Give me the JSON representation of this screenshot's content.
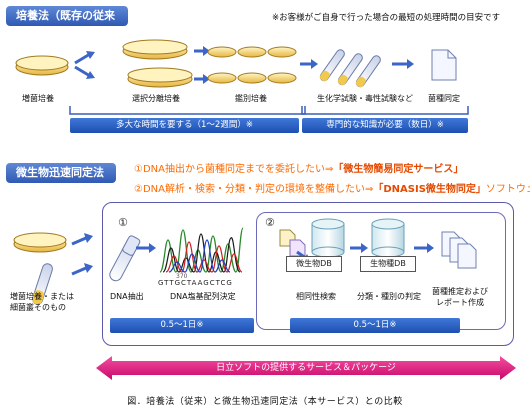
{
  "section1": {
    "title": "培養法（既存の従来法）",
    "note": "※お客様がご自身で行った場合の最短の処理時間の目安です",
    "steps": [
      {
        "label": "増菌培養"
      },
      {
        "label": "選択分離培養"
      },
      {
        "label": "鑑別培養"
      },
      {
        "label": "生化学試験・毒性試験など"
      },
      {
        "label": "菌種同定"
      }
    ],
    "bar_left": "多大な時間を要する（1～2週間）※",
    "bar_right": "専門的な知識が必要（数日）※"
  },
  "section2": {
    "title": "微生物迅速同定法",
    "line1_prefix": "①DNA抽出から菌種同定までを委託したい⇒",
    "line1_highlight": "「微生物簡易同定サービス」",
    "line2_prefix": "②DNA解析・検索・分類・判定の環境を整備したい⇒",
    "line2_highlight": "「DNASIS微生物同定」",
    "line2_suffix": "ソフトウェア",
    "source_label_1": "増菌培養・または",
    "source_label_2": "細菌叢そのもの",
    "circle_1": "①",
    "circle_2": "②",
    "dna_extract": "DNA抽出",
    "dna_seq": "DNA塩基配列決定",
    "seq_number": "370",
    "seq_letters": "GTTGCTAAGCTCG",
    "bar_1": "0.5～1日※",
    "db1": "微生物DB",
    "db2": "生物種DB",
    "homology": "相同性検索",
    "classify": "分類・種別の判定",
    "report_1": "菌種推定および",
    "report_2": "レポート作成",
    "bar_2": "0.5～1日※",
    "service_banner": "日立ソフトの提供するサービス＆パッケージ"
  },
  "caption": "図．培養法（従来）と微生物迅速同定法（本サービス）との比較",
  "colors": {
    "accent_blue": "#2f59b3",
    "orange": "#ff6a00",
    "magenta": "#e0157e"
  }
}
